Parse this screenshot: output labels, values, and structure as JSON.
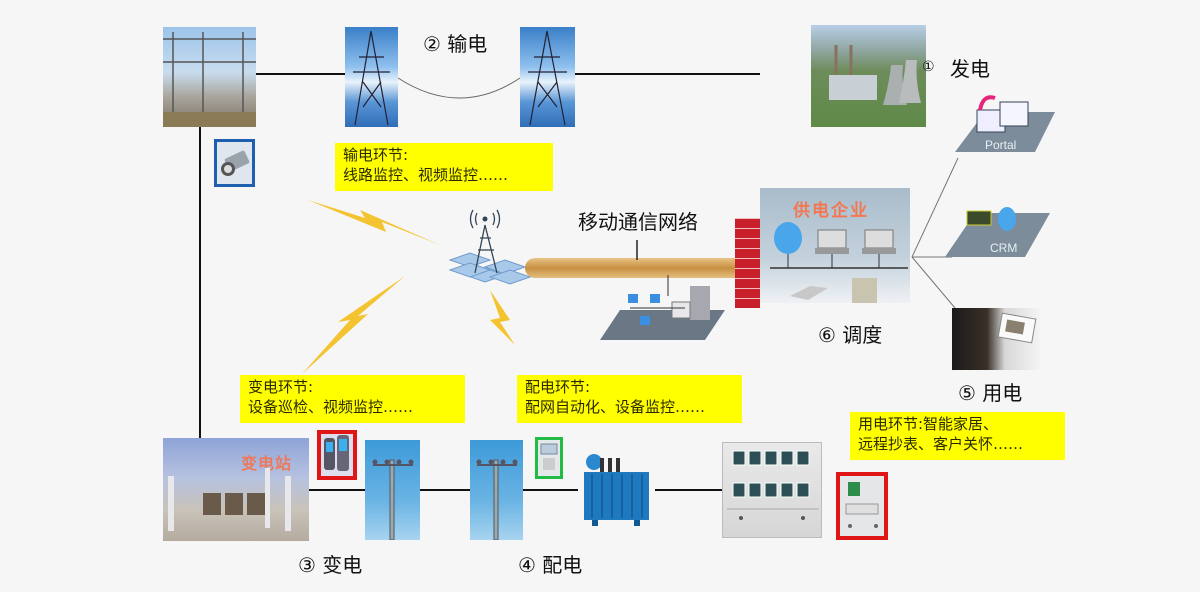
{
  "diagram": {
    "title": "电力行业移动通信应用示意图",
    "stages": [
      {
        "id": "generation",
        "number": "①",
        "label": "发电"
      },
      {
        "id": "transmission",
        "number": "② ",
        "label": "输电"
      },
      {
        "id": "substation",
        "number": "③ ",
        "label": "变电"
      },
      {
        "id": "distribution",
        "number": "④ ",
        "label": "配电"
      },
      {
        "id": "consumption",
        "number": "⑤ ",
        "label": "用电"
      },
      {
        "id": "dispatch",
        "number": "⑥ ",
        "label": "调度"
      }
    ],
    "notes": {
      "transmission": {
        "line1": "输电环节:",
        "line2": "线路监控、视频监控……"
      },
      "substation": {
        "line1": "变电环节:",
        "line2": "设备巡检、视频监控……"
      },
      "distribution": {
        "line1": "配电环节:",
        "line2": "配网自动化、设备监控……"
      },
      "consumption": {
        "line1": "用电环节:智能家居、",
        "line2": "远程抄表、客户关怀……"
      }
    },
    "network_label": "移动通信网络",
    "enterprise_label": "供电企业",
    "station_label": "变电站",
    "platforms": [
      {
        "id": "portal",
        "label": "Portal"
      },
      {
        "id": "crm",
        "label": "CRM"
      }
    ],
    "colors": {
      "note_bg": "#ffff00",
      "device_frame_red": "#e01515",
      "device_frame_green": "#22bb44",
      "camera_frame_blue": "#1e5fb0",
      "lightning": "#f4c430",
      "pipe": "#d2a25a",
      "firewall": "#c8202a"
    }
  }
}
